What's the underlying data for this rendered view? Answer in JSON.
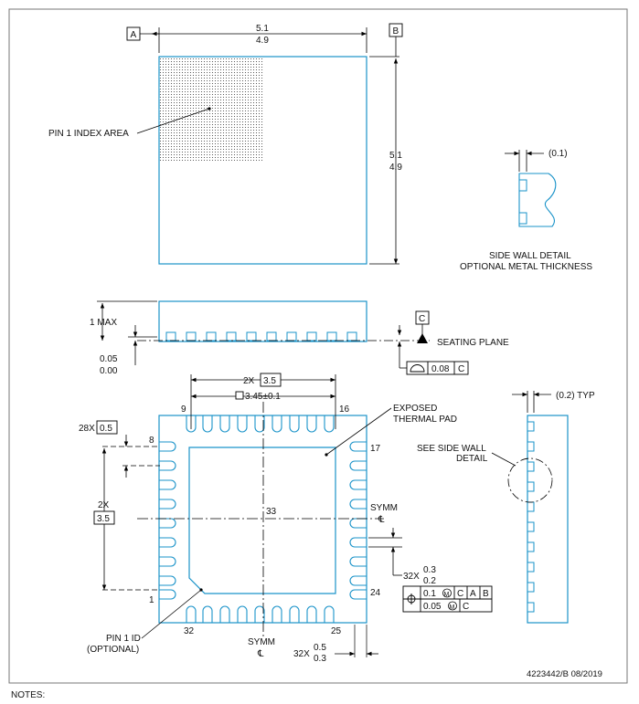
{
  "datums": {
    "a": "A",
    "b": "B",
    "c": "C"
  },
  "top_view": {
    "width_max": "5.1",
    "width_min": "4.9",
    "height_max": "5.1",
    "height_min": "4.9",
    "pin1_index_label": "PIN 1 INDEX AREA"
  },
  "side_wall_detail": {
    "metal_thickness": "(0.1)",
    "caption_line1": "SIDE WALL DETAIL",
    "caption_line2": "OPTIONAL METAL THICKNESS"
  },
  "side_view": {
    "max_height": "1 MAX",
    "standoff_max": "0.05",
    "standoff_min": "0.00",
    "seating_plane": "SEATING PLANE",
    "flatness_value": "0.08",
    "flatness_datum": "C"
  },
  "bottom_view": {
    "span_prefix": "2X",
    "span_value": "3.5",
    "pad_size": "3.45±0.1",
    "pitch_prefix": "28X",
    "pitch_value": "0.5",
    "vspan_prefix": "2X",
    "vspan_value": "3.5",
    "pins": {
      "p1": "1",
      "p8": "8",
      "p9": "9",
      "p16": "16",
      "p17": "17",
      "p24": "24",
      "p25": "25",
      "p32": "32",
      "p33": "33"
    },
    "exposed_pad_line1": "EXPOSED",
    "exposed_pad_line2": "THERMAL PAD",
    "symm_right": "SYMM",
    "symm_bottom": "SYMM",
    "centerline_glyph": "℄",
    "pin1_id_line1": "PIN 1 ID",
    "pin1_id_line2": "(OPTIONAL)",
    "lead_width_prefix": "32X",
    "lead_width_max": "0.3",
    "lead_width_min": "0.2",
    "lead_length_prefix": "32X",
    "lead_length_max": "0.5",
    "lead_length_min": "0.3",
    "fcf": {
      "row1": {
        "tolerance": "0.1",
        "datums": [
          "C",
          "A",
          "B"
        ]
      },
      "row2": {
        "tolerance": "0.05",
        "datums": [
          "C"
        ]
      }
    }
  },
  "right_side_view": {
    "wall_thickness": "(0.2) TYP",
    "detail_line1": "SEE SIDE WALL",
    "detail_line2": "DETAIL"
  },
  "footer": {
    "doc_ref": "4223442/B   08/2019",
    "notes_label": "NOTES:"
  }
}
